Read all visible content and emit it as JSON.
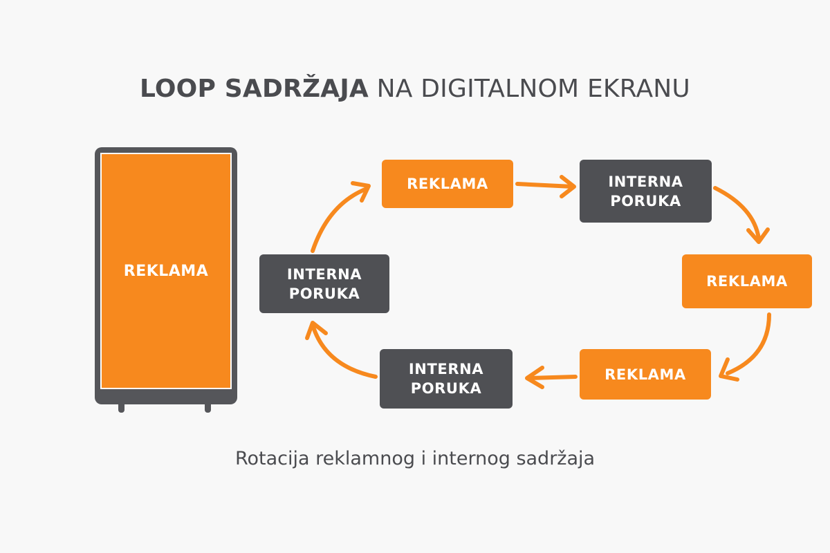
{
  "title": {
    "bold_part": "LOOP SADRŽAJA",
    "light_part": "NA DIGITALNOM EKRANU"
  },
  "kiosk": {
    "screen_label": "REKLAMA"
  },
  "loop": {
    "nodes": [
      {
        "id": "top-left",
        "type": "reklama",
        "line1": "REKLAMA",
        "line2": ""
      },
      {
        "id": "top-right",
        "type": "interna",
        "line1": "INTERNA",
        "line2": "PORUKA"
      },
      {
        "id": "right",
        "type": "reklama",
        "line1": "REKLAMA",
        "line2": ""
      },
      {
        "id": "bottom-right",
        "type": "reklama",
        "line1": "REKLAMA",
        "line2": ""
      },
      {
        "id": "bottom-left",
        "type": "interna",
        "line1": "INTERNA",
        "line2": "PORUKA"
      },
      {
        "id": "left",
        "type": "interna",
        "line1": "INTERNA",
        "line2": "PORUKA"
      }
    ],
    "flow_order": [
      "top-left",
      "top-right",
      "right",
      "bottom-right",
      "bottom-left",
      "left",
      "top-left"
    ]
  },
  "caption": "Rotacija reklamnog i internog sadržaja",
  "colors": {
    "orange": "#F7891E",
    "dark": "#4F5054",
    "background": "#F8F8F8",
    "text": "#4A4B4F"
  }
}
